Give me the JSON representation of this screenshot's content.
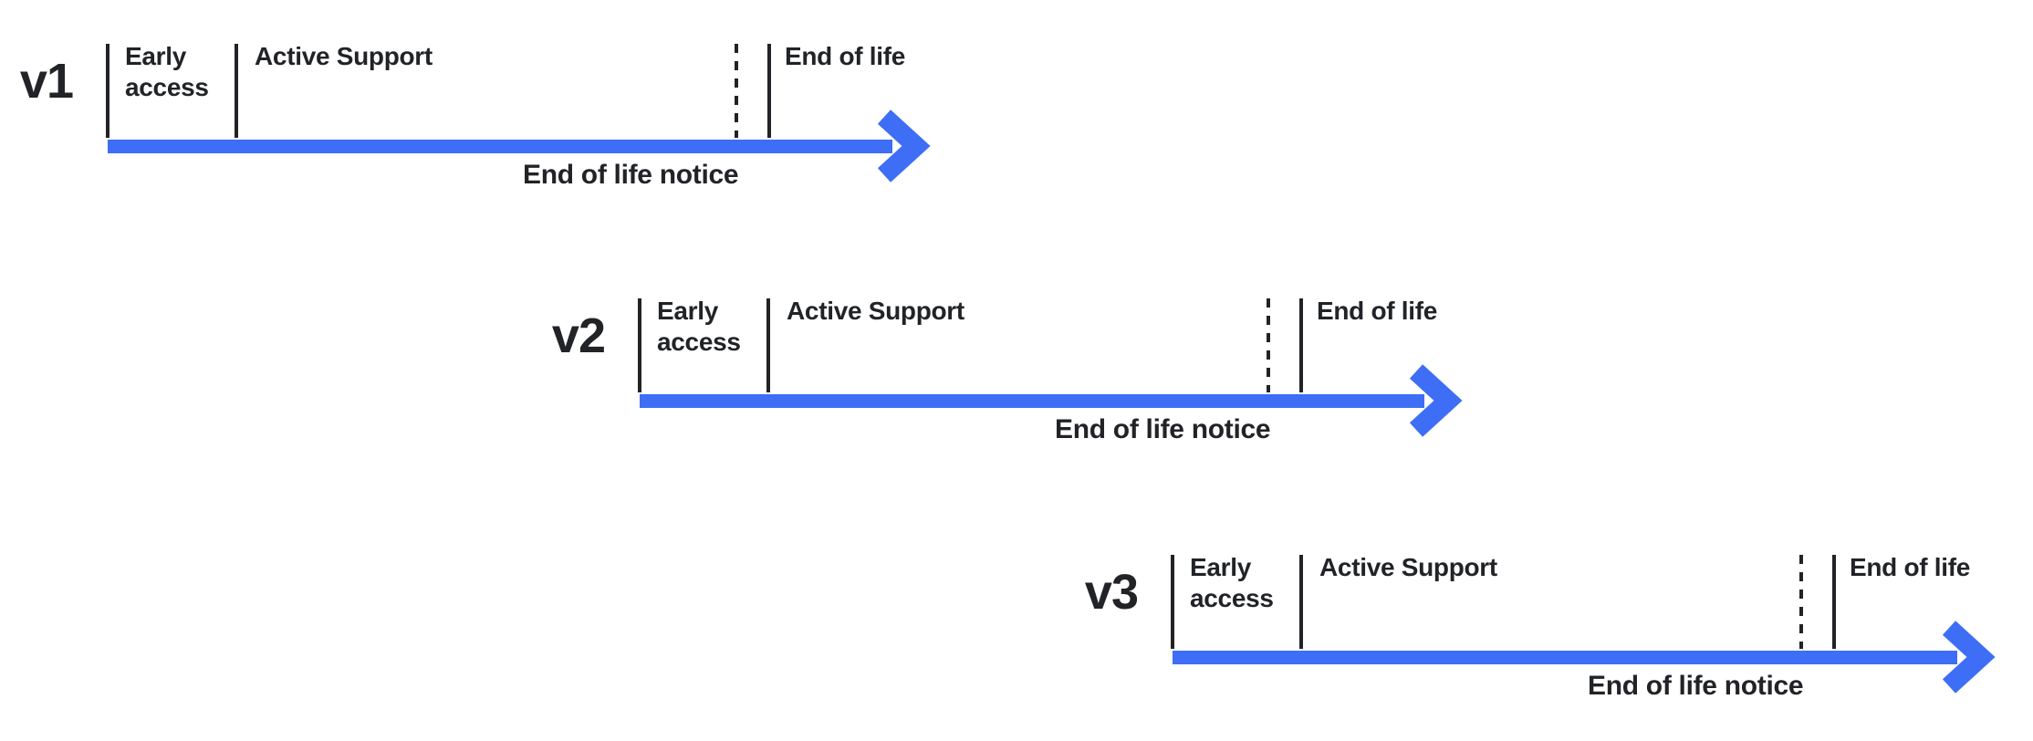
{
  "colors": {
    "arrow": "#3D6EF5",
    "ink": "#212327",
    "bg": "#ffffff"
  },
  "icons": {
    "arrow_head": "arrow-right-icon"
  },
  "rows": [
    {
      "version": "v1",
      "phases": {
        "early": "Early access",
        "active": "Active Support",
        "end_of_life": "End of life"
      },
      "notice": "End of life notice"
    },
    {
      "version": "v2",
      "phases": {
        "early": "Early access",
        "active": "Active Support",
        "end_of_life": "End of life"
      },
      "notice": "End of life notice"
    },
    {
      "version": "v3",
      "phases": {
        "early": "Early access",
        "active": "Active Support",
        "end_of_life": "End of life"
      },
      "notice": "End of life notice"
    }
  ]
}
